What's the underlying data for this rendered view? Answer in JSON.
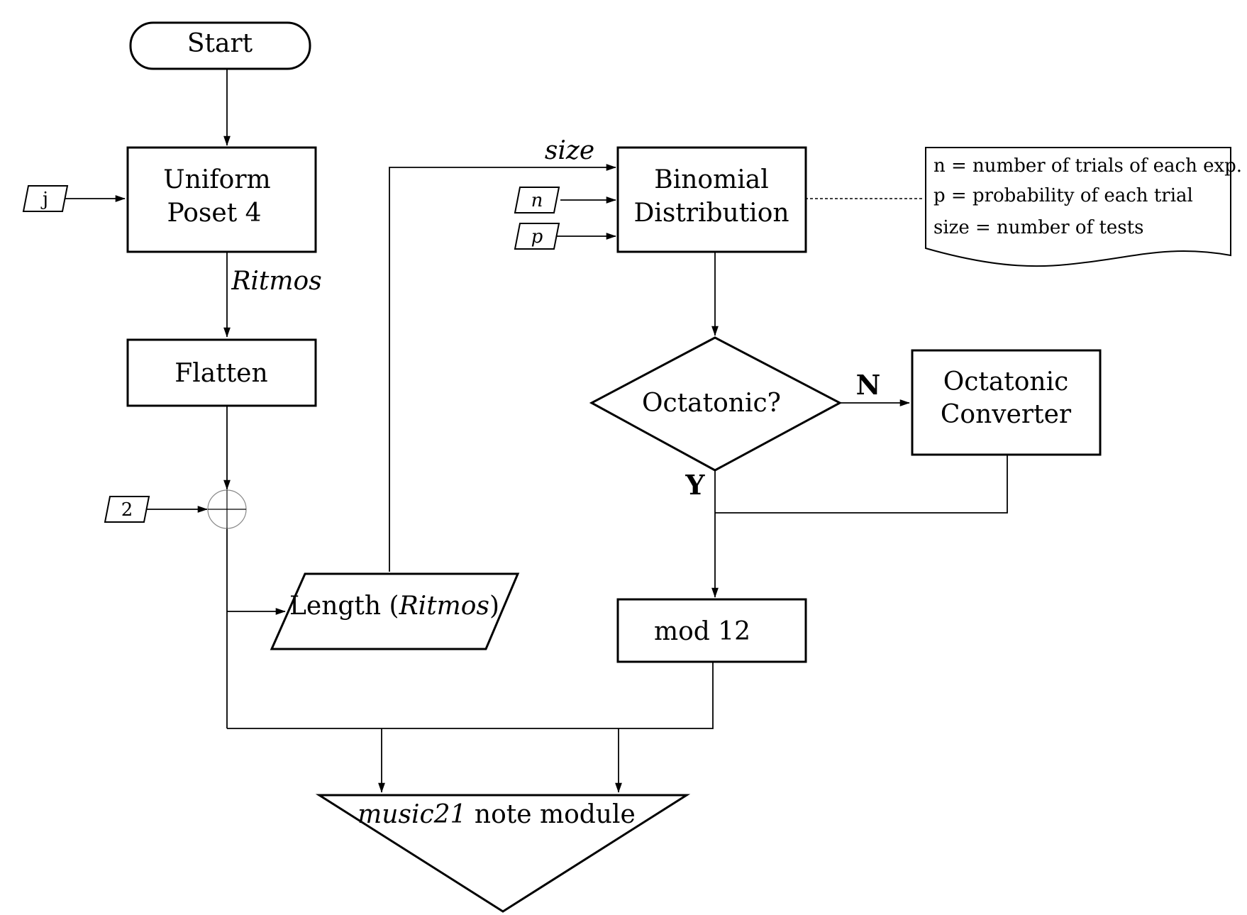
{
  "nodes": {
    "start": "Start",
    "uniform_line1": "Uniform",
    "uniform_line2": "Poset 4",
    "flatten": "Flatten",
    "binomial_line1": "Binomial",
    "binomial_line2": "Distribution",
    "octatonic_decision": "Octatonic?",
    "converter_line1": "Octatonic",
    "converter_line2": "Converter",
    "mod12": "mod 12",
    "length_prefix": "Length (",
    "length_italic": "Ritmos",
    "length_suffix": ")",
    "music_italic": "music21",
    "music_rest": " note module"
  },
  "inputs": {
    "j": "j",
    "two": "2",
    "n": "n",
    "p": "p"
  },
  "edge_labels": {
    "ritmos": "Ritmos",
    "size": "size",
    "no": "N",
    "yes": "Y"
  },
  "note": {
    "line1": "n = number of trials of each exp.",
    "line2": "p = probability of each trial",
    "line3": "size = number of tests"
  }
}
